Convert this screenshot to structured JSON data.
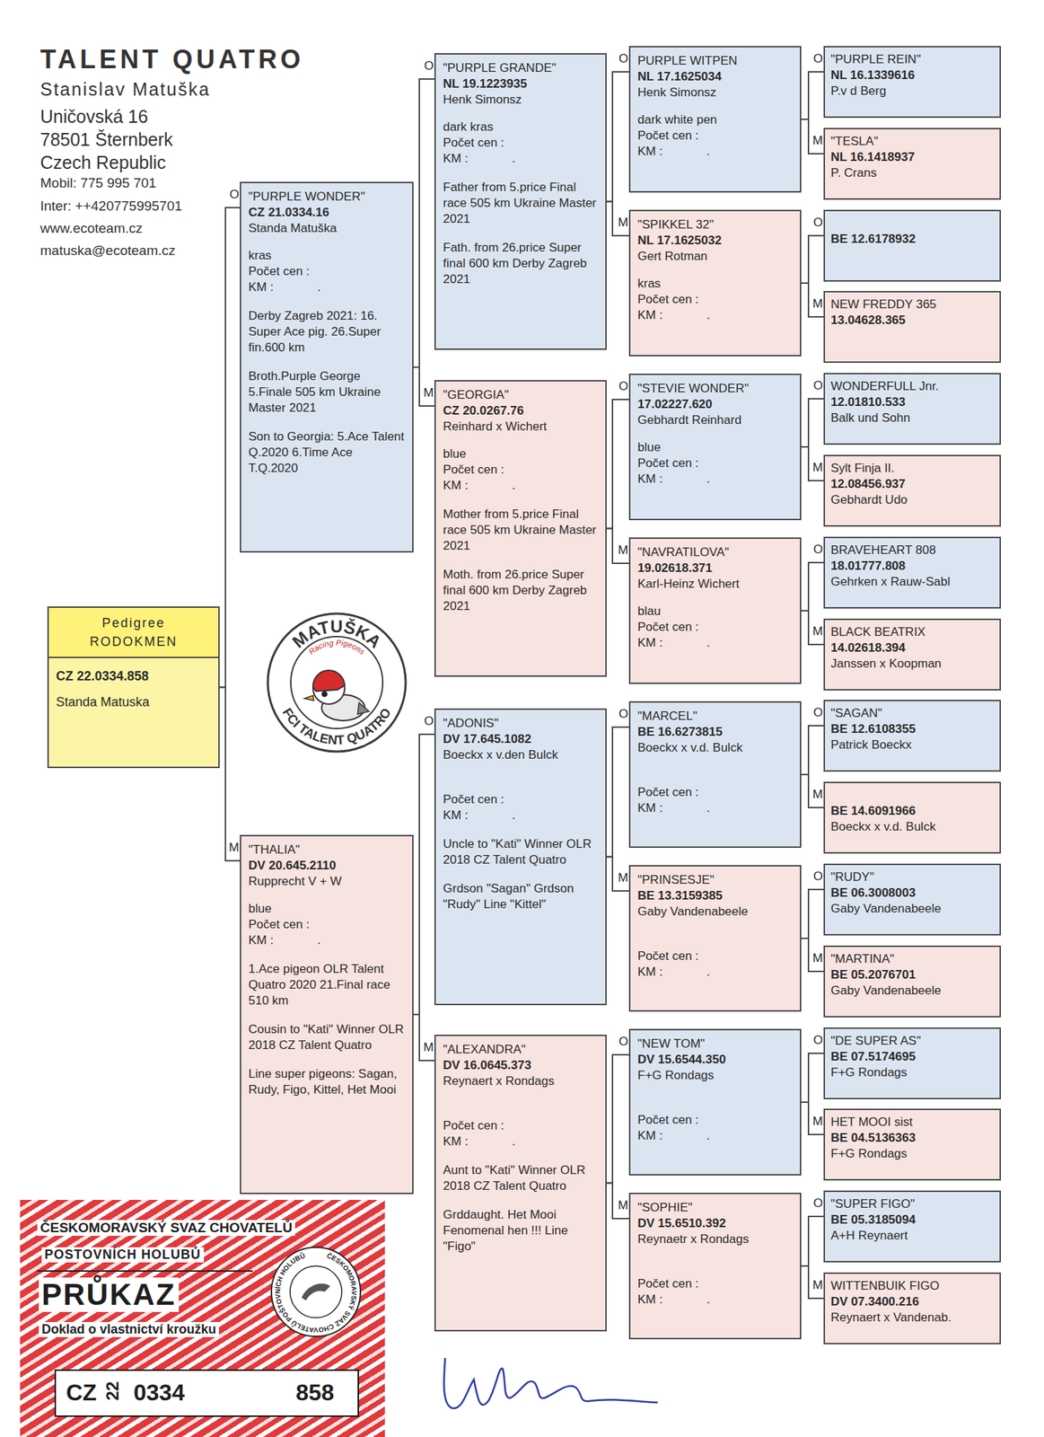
{
  "diagram": {
    "nodes": [
      {
        "text": [
          "Pedigree RODOKMEN",
          "CZ 22.0334.858",
          "Standa Matuska"
        ]
      },
      {
        "text": [
          "O",
          "\"PURPLE WONDER\"",
          "CZ 21.0334.16",
          "Standa Matuška",
          "kras",
          "Počet cen :",
          "KM :",
          ".",
          "Derby Zagreb 2021: 16. Super Ace pig. 26.Super fin.600 km",
          "Broth.Purple George 5.Finale 505 km Ukraine Master 2021",
          "Son to Georgia: 5.Ace Talent Q.2020 6.Time Ace T.Q.2020"
        ]
      },
      {
        "text": [
          "M",
          "\"THALIA\"",
          "DV 20.645.2110",
          "Rupprecht V + W",
          "blue",
          "Počet cen :",
          "KM :",
          ".",
          "1.Ace pigeon OLR Talent Quatro 2020 21.Final race 510 km",
          "Cousin to \"Kati\" Winner OLR 2018 CZ Talent Quatro",
          "Line super pigeons: Sagan, Rudy, Figo, Kittel, Het Mooi"
        ]
      },
      {
        "text": [
          "O",
          "\"PURPLE GRANDE\"",
          "NL 19.1223935",
          "Henk Simonsz",
          "dark kras",
          "Počet cen :",
          "KM :",
          ".",
          "Father from 5.price Final race 505 km Ukraine Master 2021",
          "Fath. from 26.price Super final 600 km Derby Zagreb 2021"
        ]
      },
      {
        "text": [
          "M",
          "\"GEORGIA\"",
          "CZ 20.0267.76",
          "Reinhard x Wichert",
          "blue",
          "Počet cen :",
          "KM :",
          ".",
          "Mother from 5.price Final race 505 km Ukraine Master 2021",
          "Moth. from 26.price Super final 600 km Derby Zagreb 2021"
        ]
      },
      {
        "text": [
          "O",
          "\"ADONIS\"",
          "DV 17.645.1082",
          "Boeckx x v.den Bulck",
          "Počet cen :",
          "KM :",
          ".",
          "Uncle to \"Kati\" Winner OLR 2018 CZ Talent Quatro",
          "Grdson \"Sagan\" Grdson \"Rudy\" Line \"Kittel\""
        ]
      },
      {
        "text": [
          "M",
          "\"ALEXANDRA\"",
          "DV 16.0645.373",
          "Reynaert x Rondags",
          "Počet cen :",
          "KM :",
          ".",
          "Aunt to \"Kati\" Winner OLR 2018 CZ Talent Quatro",
          "Grddaught. Het Mooi Fenomenal hen !!! Line \"Figo\""
        ]
      },
      {
        "text": [
          "O",
          "PURPLE WITPEN",
          "NL 17.1625034",
          "Henk Simonsz",
          "dark white pen",
          "Počet cen :",
          "KM :",
          "."
        ]
      },
      {
        "text": [
          "M",
          "\"SPIKKEL 32\"",
          "NL 17.1625032",
          "Gert Rotman",
          "kras",
          "Počet cen :",
          "KM :",
          "."
        ]
      },
      {
        "text": [
          "O",
          "\"STEVIE WONDER\"",
          "17.02227.620",
          "Gebhardt Reinhard",
          "blue",
          "Počet cen :",
          "KM :",
          "."
        ]
      },
      {
        "text": [
          "M",
          "\"NAVRATILOVA\"",
          "19.02618.371",
          "Karl-Heinz Wichert",
          "blau",
          "Počet cen :",
          "KM :",
          "."
        ]
      },
      {
        "text": [
          "O",
          "\"MARCEL\"",
          "BE 16.6273815",
          "Boeckx x v.d. Bulck",
          "Počet cen :",
          "KM :",
          "."
        ]
      },
      {
        "text": [
          "M",
          "\"PRINSESJE\"",
          "BE 13.3159385",
          "Gaby Vandenabeele",
          "Počet cen :",
          "KM :",
          "."
        ]
      },
      {
        "text": [
          "O",
          "\"NEW TOM\"",
          "DV 15.6544.350",
          "F+G Rondags",
          "Počet cen :",
          "KM :",
          "."
        ]
      },
      {
        "text": [
          "M",
          "\"SOPHIE\"",
          "DV 15.6510.392",
          "Reynaetr x Rondags",
          "Počet cen :",
          "KM :",
          "."
        ]
      },
      {
        "text": [
          "O",
          "\"PURPLE REIN\"",
          "NL 16.1339616",
          "P.v d Berg"
        ]
      },
      {
        "text": [
          "M",
          "\"TESLA\"",
          "NL 16.1418937",
          "P. Crans"
        ]
      },
      {
        "text": [
          "O",
          "BE 12.6178932"
        ]
      },
      {
        "text": [
          "M",
          "NEW FREDDY 365",
          "13.04628.365"
        ]
      },
      {
        "text": [
          "O",
          "WONDERFULL Jnr.",
          "12.01810.533",
          "Balk und Sohn"
        ]
      },
      {
        "text": [
          "M",
          "Sylt Finja II.",
          "12.08456.937",
          "Gebhardt Udo"
        ]
      },
      {
        "text": [
          "O",
          "BRAVEHEART 808",
          "18.01777.808",
          "Gehrken x Rauw-Sabl"
        ]
      },
      {
        "text": [
          "M",
          "BLACK BEATRIX",
          "14.02618.394",
          "Janssen x Koopman"
        ]
      },
      {
        "text": [
          "O",
          "\"SAGAN\"",
          "BE 12.6108355",
          "Patrick Boeckx"
        ]
      },
      {
        "text": [
          "M",
          "BE 14.6091966",
          "Boeckx x v.d. Bulck"
        ]
      },
      {
        "text": [
          "O",
          "\"RUDY\"",
          "BE 06.3008003",
          "Gaby Vandenabeele"
        ]
      },
      {
        "text": [
          "M",
          "\"MARTINA\"",
          "BE 05.2076701",
          "Gaby Vandenabeele"
        ]
      },
      {
        "text": [
          "O",
          "\"DE SUPER AS\"",
          "BE 07.5174695",
          "F+G Rondags"
        ]
      },
      {
        "text": [
          "M",
          "HET MOOI sist",
          "BE 04.5136363",
          "F+G Rondags"
        ]
      },
      {
        "text": [
          "O",
          "\"SUPER FIGO\"",
          "BE 05.3185094",
          "A+H Reynaert"
        ]
      },
      {
        "text": [
          "M",
          "WITTENBUIK FIGO",
          "DV 07.3400.216",
          "Reynaert x Vandenab."
        ]
      }
    ],
    "edges": [
      {
        "from": 0,
        "to": 1,
        "arrow": "none"
      },
      {
        "from": 0,
        "to": 2,
        "arrow": "none"
      },
      {
        "from": 1,
        "to": 3,
        "arrow": "none"
      },
      {
        "from": 1,
        "to": 4,
        "arrow": "none"
      },
      {
        "from": 2,
        "to": 5,
        "arrow": "none"
      },
      {
        "from": 2,
        "to": 6,
        "arrow": "none"
      },
      {
        "from": 3,
        "to": 7,
        "arrow": "none"
      },
      {
        "from": 3,
        "to": 8,
        "arrow": "none"
      },
      {
        "from": 4,
        "to": 9,
        "arrow": "none"
      },
      {
        "from": 4,
        "to": 10,
        "arrow": "none"
      },
      {
        "from": 5,
        "to": 11,
        "arrow": "none"
      },
      {
        "from": 5,
        "to": 12,
        "arrow": "none"
      },
      {
        "from": 6,
        "to": 13,
        "arrow": "none"
      },
      {
        "from": 6,
        "to": 14,
        "arrow": "none"
      },
      {
        "from": 7,
        "to": 15,
        "arrow": "none"
      },
      {
        "from": 7,
        "to": 16,
        "arrow": "none"
      },
      {
        "from": 8,
        "to": 17,
        "arrow": "none"
      },
      {
        "from": 8,
        "to": 18,
        "arrow": "none"
      },
      {
        "from": 9,
        "to": 19,
        "arrow": "none"
      },
      {
        "from": 9,
        "to": 20,
        "arrow": "none"
      },
      {
        "from": 10,
        "to": 21,
        "arrow": "none"
      },
      {
        "from": 10,
        "to": 22,
        "arrow": "none"
      },
      {
        "from": 11,
        "to": 23,
        "arrow": "none"
      },
      {
        "from": 11,
        "to": 24,
        "arrow": "none"
      },
      {
        "from": 12,
        "to": 25,
        "arrow": "none"
      },
      {
        "from": 12,
        "to": 26,
        "arrow": "none"
      },
      {
        "from": 13,
        "to": 27,
        "arrow": "none"
      },
      {
        "from": 13,
        "to": 28,
        "arrow": "none"
      },
      {
        "from": 14,
        "to": 29,
        "arrow": "none"
      },
      {
        "from": 14,
        "to": 30,
        "arrow": "none"
      }
    ],
    "labels": [
      "TALENT QUATRO",
      "Stanislav Matuška",
      "Uničovská 16",
      "78501 Šternberk",
      "Czech Republic",
      "Mobil: 775 995 701",
      "Inter: ++420775995701",
      "www.ecoteam.cz",
      "matuska@ecoteam.cz",
      "MATUŠKA",
      "Racing Pigeons",
      "FCI TALENT QUATRO",
      "ČESKOMORAVSKÝ SVAZ CHOVATELŮ",
      "POSTOVNÍCH HOLUBŮ",
      "PRŮKAZ",
      "Doklad o vlastnictví kroužku",
      "CZ",
      "22",
      "0334",
      "858",
      "ČESKOMORAVSKÝ SVAZ CHOVATELŮ POŠTOVNÍCH HOLUBŮ"
    ]
  }
}
